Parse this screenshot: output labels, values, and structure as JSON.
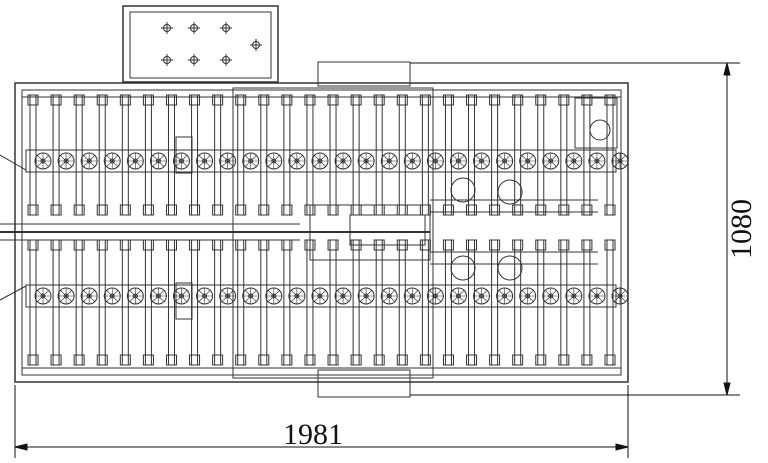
{
  "dimensions": {
    "width_label": "1981",
    "height_label": "1080"
  },
  "drawing": {
    "roller_count": 26,
    "sprocket_count": 26,
    "colors": {
      "line": "#333333",
      "bg": "#ffffff"
    }
  }
}
